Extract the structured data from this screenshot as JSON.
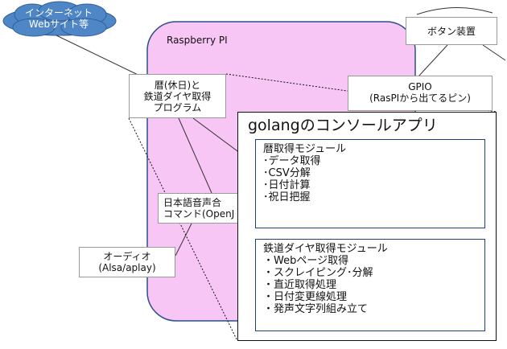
{
  "colors": {
    "cloud": "#4f86c6",
    "rpi_fill": "#f7c6f4",
    "rpi_border": "#2e4f8a",
    "module_border": "#1f3f7f"
  },
  "cloud": {
    "lines": [
      "インターネット",
      "Webサイト等"
    ]
  },
  "raspberry": {
    "label": "Raspberry PI"
  },
  "button_device": {
    "label": "ボタン装置"
  },
  "gpio": {
    "lines": [
      "GPIO",
      "(RasPIから出てるピン)"
    ]
  },
  "calendar_program": {
    "lines": [
      "暦(休日)と",
      "鉄道ダイヤ取得",
      "プログラム"
    ]
  },
  "speech": {
    "lines": [
      "日本語音声合",
      "コマンド(OpenJ"
    ]
  },
  "audio": {
    "lines": [
      "オーディオ",
      "(Alsa/aplay)"
    ]
  },
  "console": {
    "title": "golangのコンソールアプリ",
    "modules": [
      {
        "items": [
          "暦取得モジュール",
          "･データ取得",
          "･CSV分解",
          "･日付計算",
          "･祝日把握"
        ]
      },
      {
        "items": [
          "鉄道ダイヤ取得モジュール",
          "・Webページ取得",
          "・スクレイピング･分解",
          "・直近取得処理",
          "・日付変更線処理",
          "・発声文字列組み立て"
        ]
      }
    ]
  }
}
